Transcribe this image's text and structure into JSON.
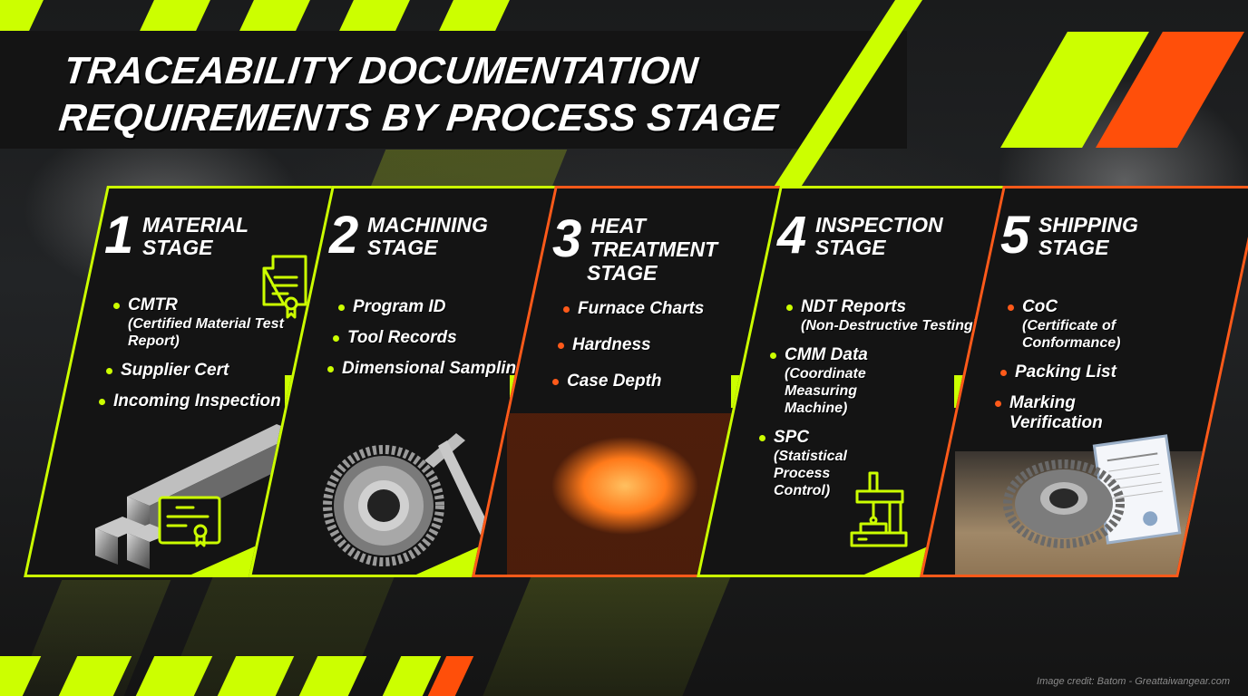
{
  "title": {
    "line1": "TRACEABILITY DOCUMENTATION",
    "line2": "REQUIREMENTS BY PROCESS STAGE"
  },
  "colors": {
    "accent_lime": "#ccff00",
    "accent_orange": "#ff4f0a",
    "background": "#121212"
  },
  "stages": [
    {
      "number": "1",
      "name": "MATERIAL STAGE",
      "name_lines": [
        "MATERIAL",
        "STAGE"
      ],
      "border": "lime",
      "items": [
        {
          "label": "CMTR",
          "sub": "(Certified Material Test Report)"
        },
        {
          "label": "Supplier Cert",
          "sub": ""
        },
        {
          "label": "Incoming Inspection",
          "sub": ""
        }
      ],
      "icons": [
        "certificate-document-icon",
        "certificate-icon"
      ],
      "illustration": "steel-bar-stock"
    },
    {
      "number": "2",
      "name": "MACHINING STAGE",
      "name_lines": [
        "MACHINING",
        "STAGE"
      ],
      "border": "lime",
      "items": [
        {
          "label": "Program ID",
          "sub": ""
        },
        {
          "label": "Tool Records",
          "sub": ""
        },
        {
          "label": "Dimensional Sampling",
          "sub": ""
        }
      ],
      "illustration": "gear-with-caliper"
    },
    {
      "number": "3",
      "name": "HEAT TREATMENT STAGE",
      "name_lines": [
        "HEAT",
        "TREATMENT",
        "STAGE"
      ],
      "border": "orange",
      "items": [
        {
          "label": "Furnace Charts",
          "sub": ""
        },
        {
          "label": "Hardness",
          "sub": ""
        },
        {
          "label": "Case Depth",
          "sub": ""
        }
      ],
      "illustration": "glowing-part-in-furnace"
    },
    {
      "number": "4",
      "name": "INSPECTION STAGE",
      "name_lines": [
        "INSPECTION",
        "STAGE"
      ],
      "border": "lime",
      "items": [
        {
          "label": "NDT Reports",
          "sub": "(Non-Destructive Testing)"
        },
        {
          "label": "CMM Data",
          "sub": "(Coordinate Measuring Machine)"
        },
        {
          "label": "SPC",
          "sub": "(Statistical Process Control)"
        }
      ],
      "icons": [
        "cmm-machine-icon"
      ]
    },
    {
      "number": "5",
      "name": "SHIPPING STAGE",
      "name_lines": [
        "SHIPPING",
        "STAGE"
      ],
      "border": "orange",
      "items": [
        {
          "label": "CoC",
          "sub": "(Certificate of Conformance)"
        },
        {
          "label": "Packing List",
          "sub": ""
        },
        {
          "label": "Marking Verification",
          "sub": ""
        }
      ],
      "illustration": "gear-with-certificate-on-box"
    }
  ],
  "credit": "Image credit: Batom - Greattaiwangear.com"
}
